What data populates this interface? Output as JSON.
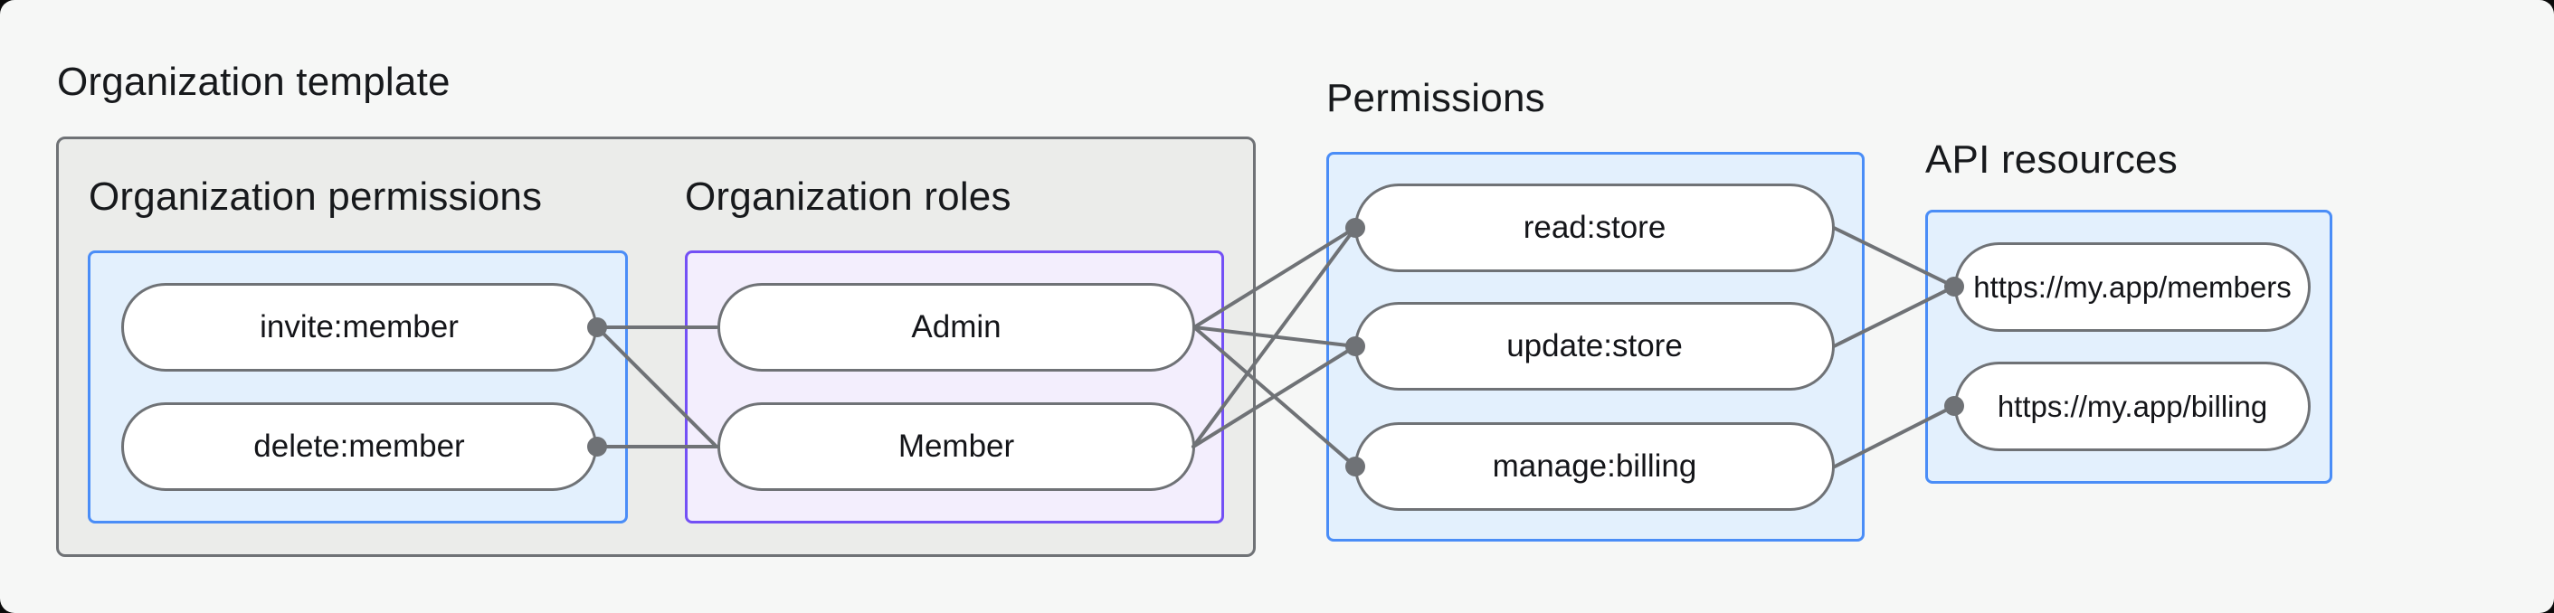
{
  "page": {
    "background": "#F6F7F6",
    "outer_background": "#0A0A0A"
  },
  "colors": {
    "accent_blue_border": "#4A8DF7",
    "accent_blue_fill": "#E3F0FD",
    "accent_purple_border": "#7350F5",
    "accent_purple_fill": "#F3EEFD",
    "container_gray_fill": "#EBECEA",
    "stroke_gray": "#6F7276",
    "pill_fill": "#FFFFFF",
    "text": "#17191C"
  },
  "org_template": {
    "label": "Organization template",
    "permissions": {
      "label": "Organization permissions",
      "items": [
        "invite:member",
        "delete:member"
      ]
    },
    "roles": {
      "label": "Organization roles",
      "items": [
        "Admin",
        "Member"
      ]
    }
  },
  "permissions": {
    "label": "Permissions",
    "items": [
      "read:store",
      "update:store",
      "manage:billing"
    ]
  },
  "api_resources": {
    "label": "API resources",
    "items": [
      "https://my.app/members",
      "https://my.app/billing"
    ]
  },
  "edges": [
    {
      "from": "invite:member",
      "to": "Admin"
    },
    {
      "from": "invite:member",
      "to": "Member"
    },
    {
      "from": "delete:member",
      "to": "Member"
    },
    {
      "from": "Admin",
      "to": "read:store"
    },
    {
      "from": "Admin",
      "to": "update:store"
    },
    {
      "from": "Admin",
      "to": "manage:billing"
    },
    {
      "from": "Member",
      "to": "read:store"
    },
    {
      "from": "Member",
      "to": "update:store"
    },
    {
      "from": "read:store",
      "to": "https://my.app/members"
    },
    {
      "from": "update:store",
      "to": "https://my.app/members"
    },
    {
      "from": "manage:billing",
      "to": "https://my.app/billing"
    }
  ]
}
